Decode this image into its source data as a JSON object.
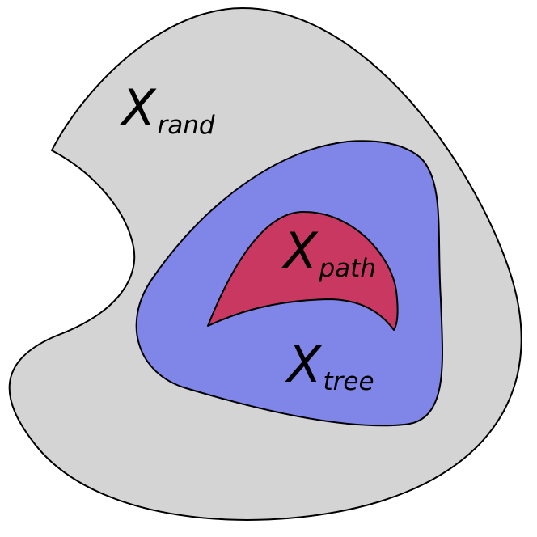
{
  "diagram": {
    "regions": [
      {
        "id": "rand",
        "label_main": "X",
        "label_sub": "rand",
        "fill": "#d4d4d4",
        "stroke": "#000000"
      },
      {
        "id": "tree",
        "label_main": "X",
        "label_sub": "tree",
        "fill": "#8085e8",
        "stroke": "#000000"
      },
      {
        "id": "path",
        "label_main": "X",
        "label_sub": "path",
        "fill": "#c83860",
        "stroke": "#000000"
      }
    ]
  }
}
